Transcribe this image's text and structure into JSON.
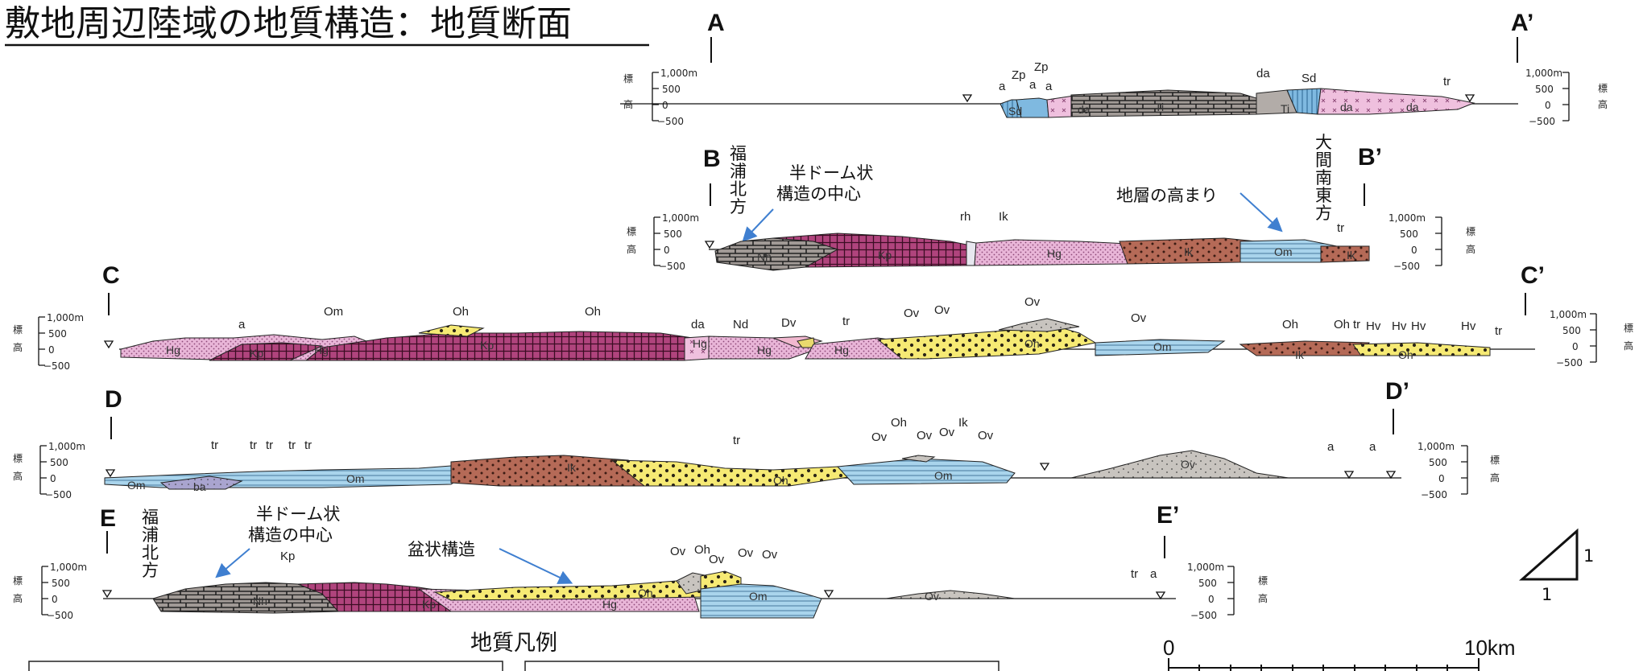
{
  "title": "敷地周辺陸域の地質構造：地質断面",
  "sections": [
    {
      "left": "A",
      "right": "A’"
    },
    {
      "left": "B",
      "right": "B’"
    },
    {
      "left": "C",
      "right": "C’"
    },
    {
      "left": "D",
      "right": "D’"
    },
    {
      "left": "E",
      "right": "E’"
    }
  ],
  "elevation_axis": {
    "ticks": [
      "1,000m",
      "500",
      "0",
      "−500"
    ],
    "side_label": [
      "標",
      "高"
    ]
  },
  "annotations": {
    "fukaura_kitagata": "福浦北方",
    "ooma_nantou": "大間南東方",
    "half_dome_1": "半ドーム状",
    "half_dome_2": "構造の中心",
    "strata_high": "地層の高まり",
    "basin": "盆状構造"
  },
  "units": [
    "a",
    "Zp",
    "Sd",
    "da",
    "Ti",
    "tr",
    "Nh",
    "Kp",
    "rh",
    "Ik",
    "Hg",
    "Om",
    "Oh",
    "Nd",
    "Dv",
    "Ov",
    "Hv",
    "ba"
  ],
  "legend": {
    "title": "地質凡例"
  },
  "scale": {
    "zero": "0",
    "end": "10km",
    "ratio_v": "1",
    "ratio_h": "1"
  },
  "colors": {
    "Hg": "#e9b6d8",
    "Kp": "#b0447d",
    "Ik": "#b56a57",
    "Om": "#a9d4ec",
    "Oh": "#f6ea74",
    "Ov": "#c8c4bf",
    "Nh": "#a19a96",
    "Ti": "#b2aca8",
    "Sd": "#7fb9e0",
    "da": "#efc0de",
    "Nd": "#f1b8cf",
    "Dv": "#e9d96e",
    "ba": "#a9a4cf"
  }
}
